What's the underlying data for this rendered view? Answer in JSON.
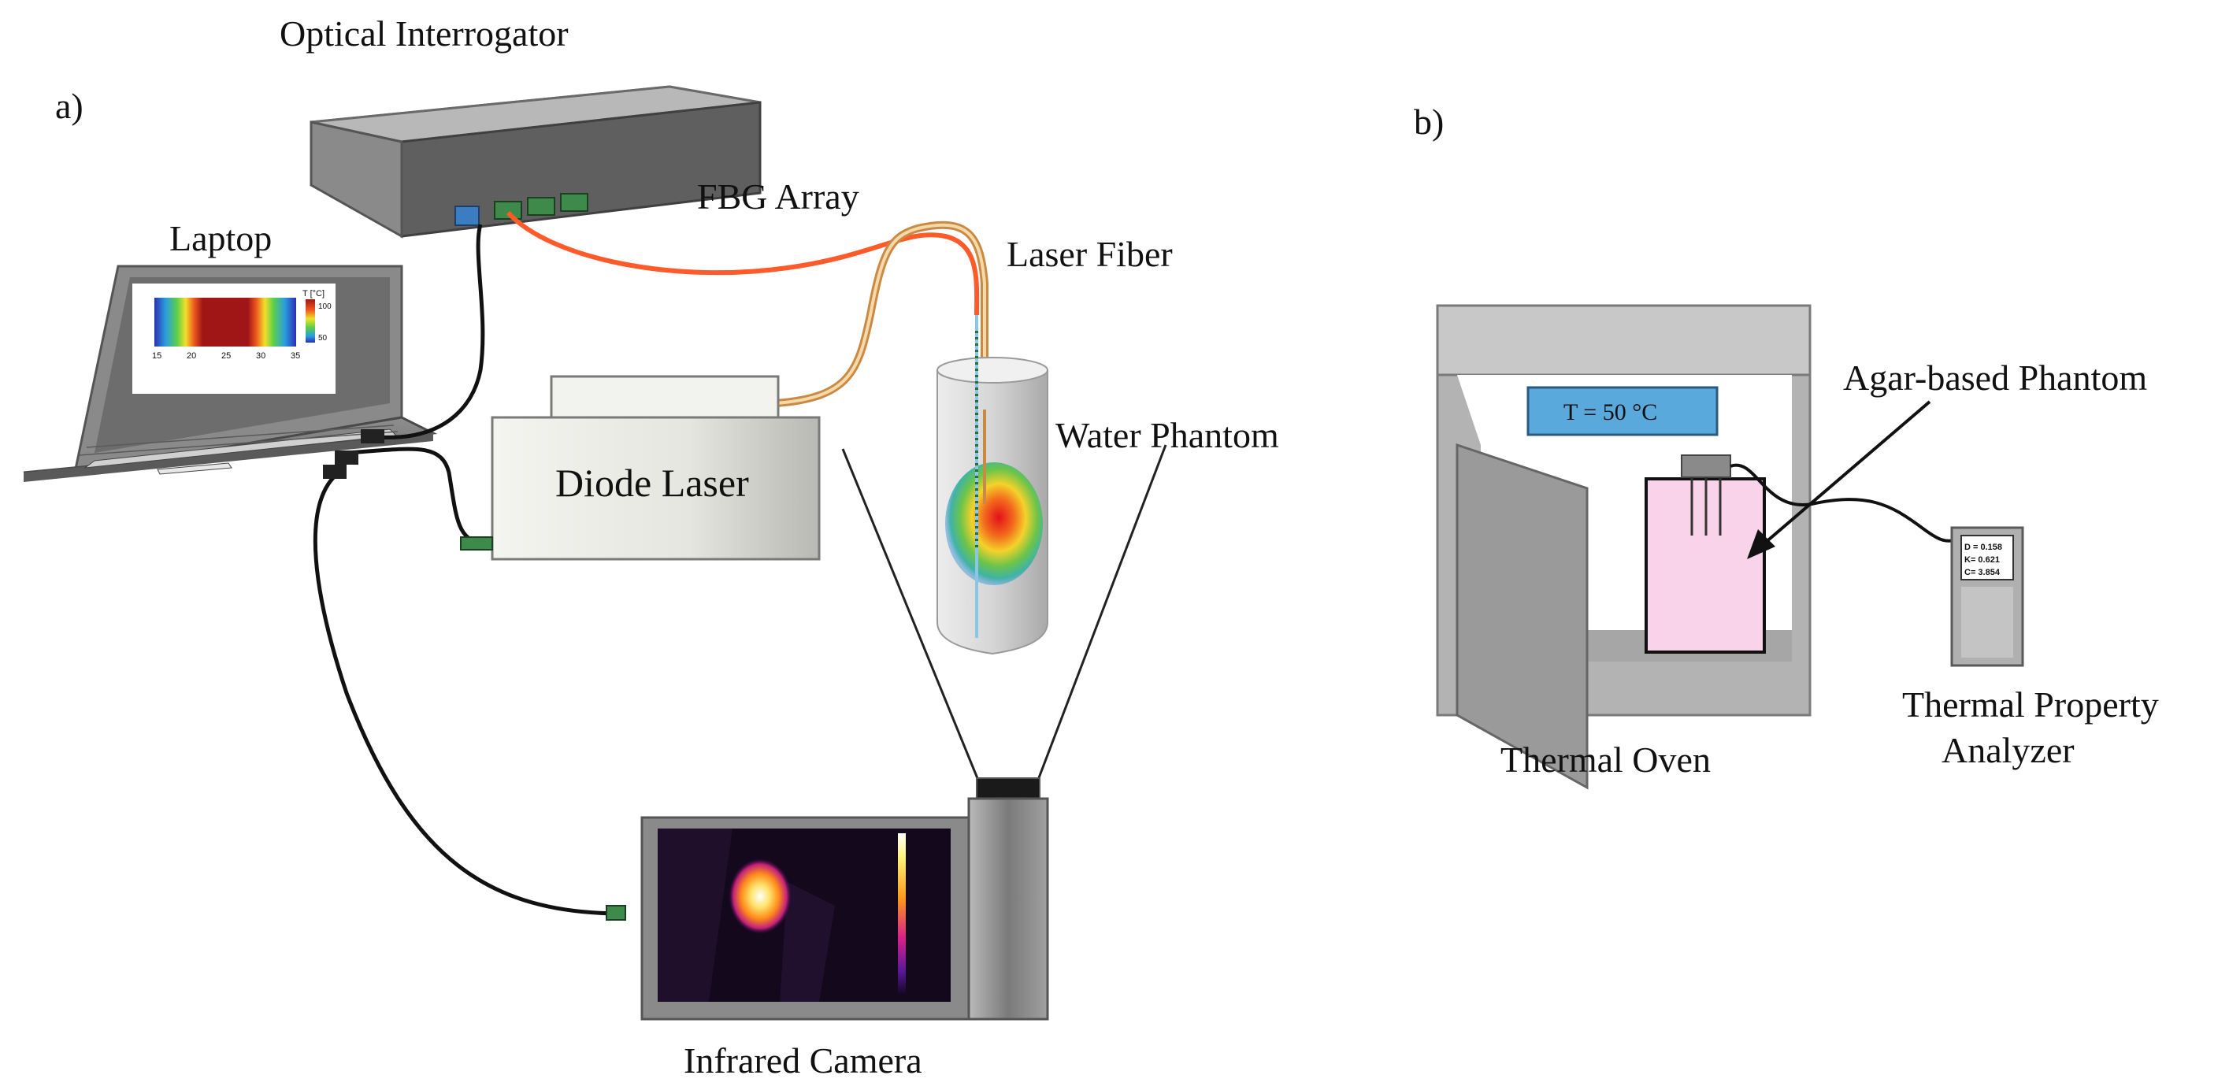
{
  "figure": {
    "panel_a_label": "a)",
    "panel_b_label": "b)"
  },
  "panel_a": {
    "optical_interrogator": "Optical Interrogator",
    "fbg_array": "FBG Array",
    "laptop": "Laptop",
    "laser_fiber": "Laser Fiber",
    "diode_laser": "Diode Laser",
    "water_phantom": "Water Phantom",
    "infrared_camera": "Infrared Camera",
    "laptop_screen": {
      "colorbar_label": "T [°C]",
      "colorbar_max": "100",
      "colorbar_min": "50",
      "x_ticks": [
        "15",
        "20",
        "25",
        "30",
        "35"
      ]
    }
  },
  "panel_b": {
    "agar_phantom": "Agar-based Phantom",
    "oven_display": "T = 50 °C",
    "thermal_oven": "Thermal Oven",
    "analyzer_line1": "Thermal Property",
    "analyzer_line2": "Analyzer",
    "analyzer_readings": [
      "D = 0.158",
      "K= 0.621",
      "C= 3.854"
    ]
  },
  "colors": {
    "fbg_fiber": "#ff5a2a",
    "laser_fiber": "#e8a75a",
    "device_gray": "#8c8c8c",
    "phantom_pink": "#f9d3ea",
    "oven_display": "#5aa9dc"
  }
}
